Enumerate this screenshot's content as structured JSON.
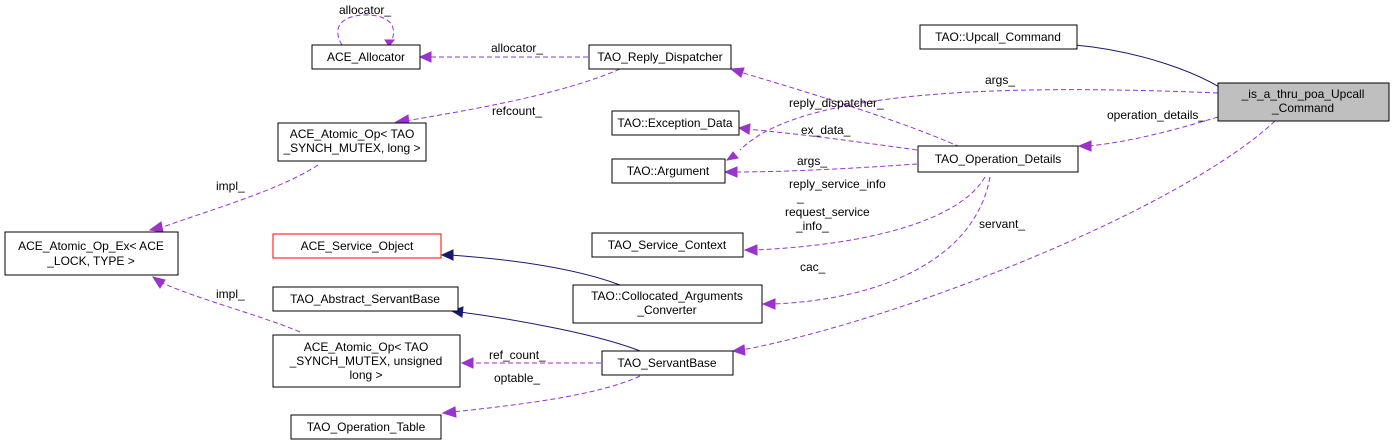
{
  "diagram": {
    "title": "_is_a_thru_poa_Upcall_Command collaboration graph",
    "colors": {
      "use_edge": "#9a32cd",
      "inheritance_edge": "#191970",
      "root_fill": "#bfbfbf",
      "red_border": "#ff0000"
    },
    "nodes": {
      "root": [
        "_is_a_thru_poa_Upcall",
        "_Command"
      ],
      "upcall_command": [
        "TAO::Upcall_Command"
      ],
      "ace_allocator": [
        "ACE_Allocator"
      ],
      "reply_dispatcher": [
        "TAO_Reply_Dispatcher"
      ],
      "atomic_op_long": [
        "ACE_Atomic_Op< TAO",
        "_SYNCH_MUTEX, long >"
      ],
      "exception_data": [
        "TAO::Exception_Data"
      ],
      "argument": [
        "TAO::Argument"
      ],
      "operation_details": [
        "TAO_Operation_Details"
      ],
      "atomic_op_ex": [
        "ACE_Atomic_Op_Ex< ACE",
        "_LOCK, TYPE >"
      ],
      "service_object": [
        "ACE_Service_Object"
      ],
      "service_context": [
        "TAO_Service_Context"
      ],
      "abstract_servant_base": [
        "TAO_Abstract_ServantBase"
      ],
      "collocated_args_converter": [
        "TAO::Collocated_Arguments",
        "_Converter"
      ],
      "atomic_op_ulong": [
        "ACE_Atomic_Op< TAO",
        "_SYNCH_MUTEX, unsigned",
        "long >"
      ],
      "servant_base": [
        "TAO_ServantBase"
      ],
      "operation_table": [
        "TAO_Operation_Table"
      ]
    },
    "edge_labels": {
      "allocator_self": "allocator_",
      "allocator": "allocator_",
      "refcount": "refcount_",
      "reply_dispatcher": "reply_dispatcher_",
      "args_root": "args_",
      "operation_details": "operation_details_",
      "ex_data": "ex_data_",
      "args_op": "args_",
      "impl_long": "impl_",
      "reply_service_info": [
        "reply_service_info",
        "_",
        "request_service",
        "_info_"
      ],
      "servant": "servant_",
      "cac": "cac_",
      "impl_ulong": "impl_",
      "ref_count": "ref_count_",
      "optable": "optable_"
    }
  }
}
